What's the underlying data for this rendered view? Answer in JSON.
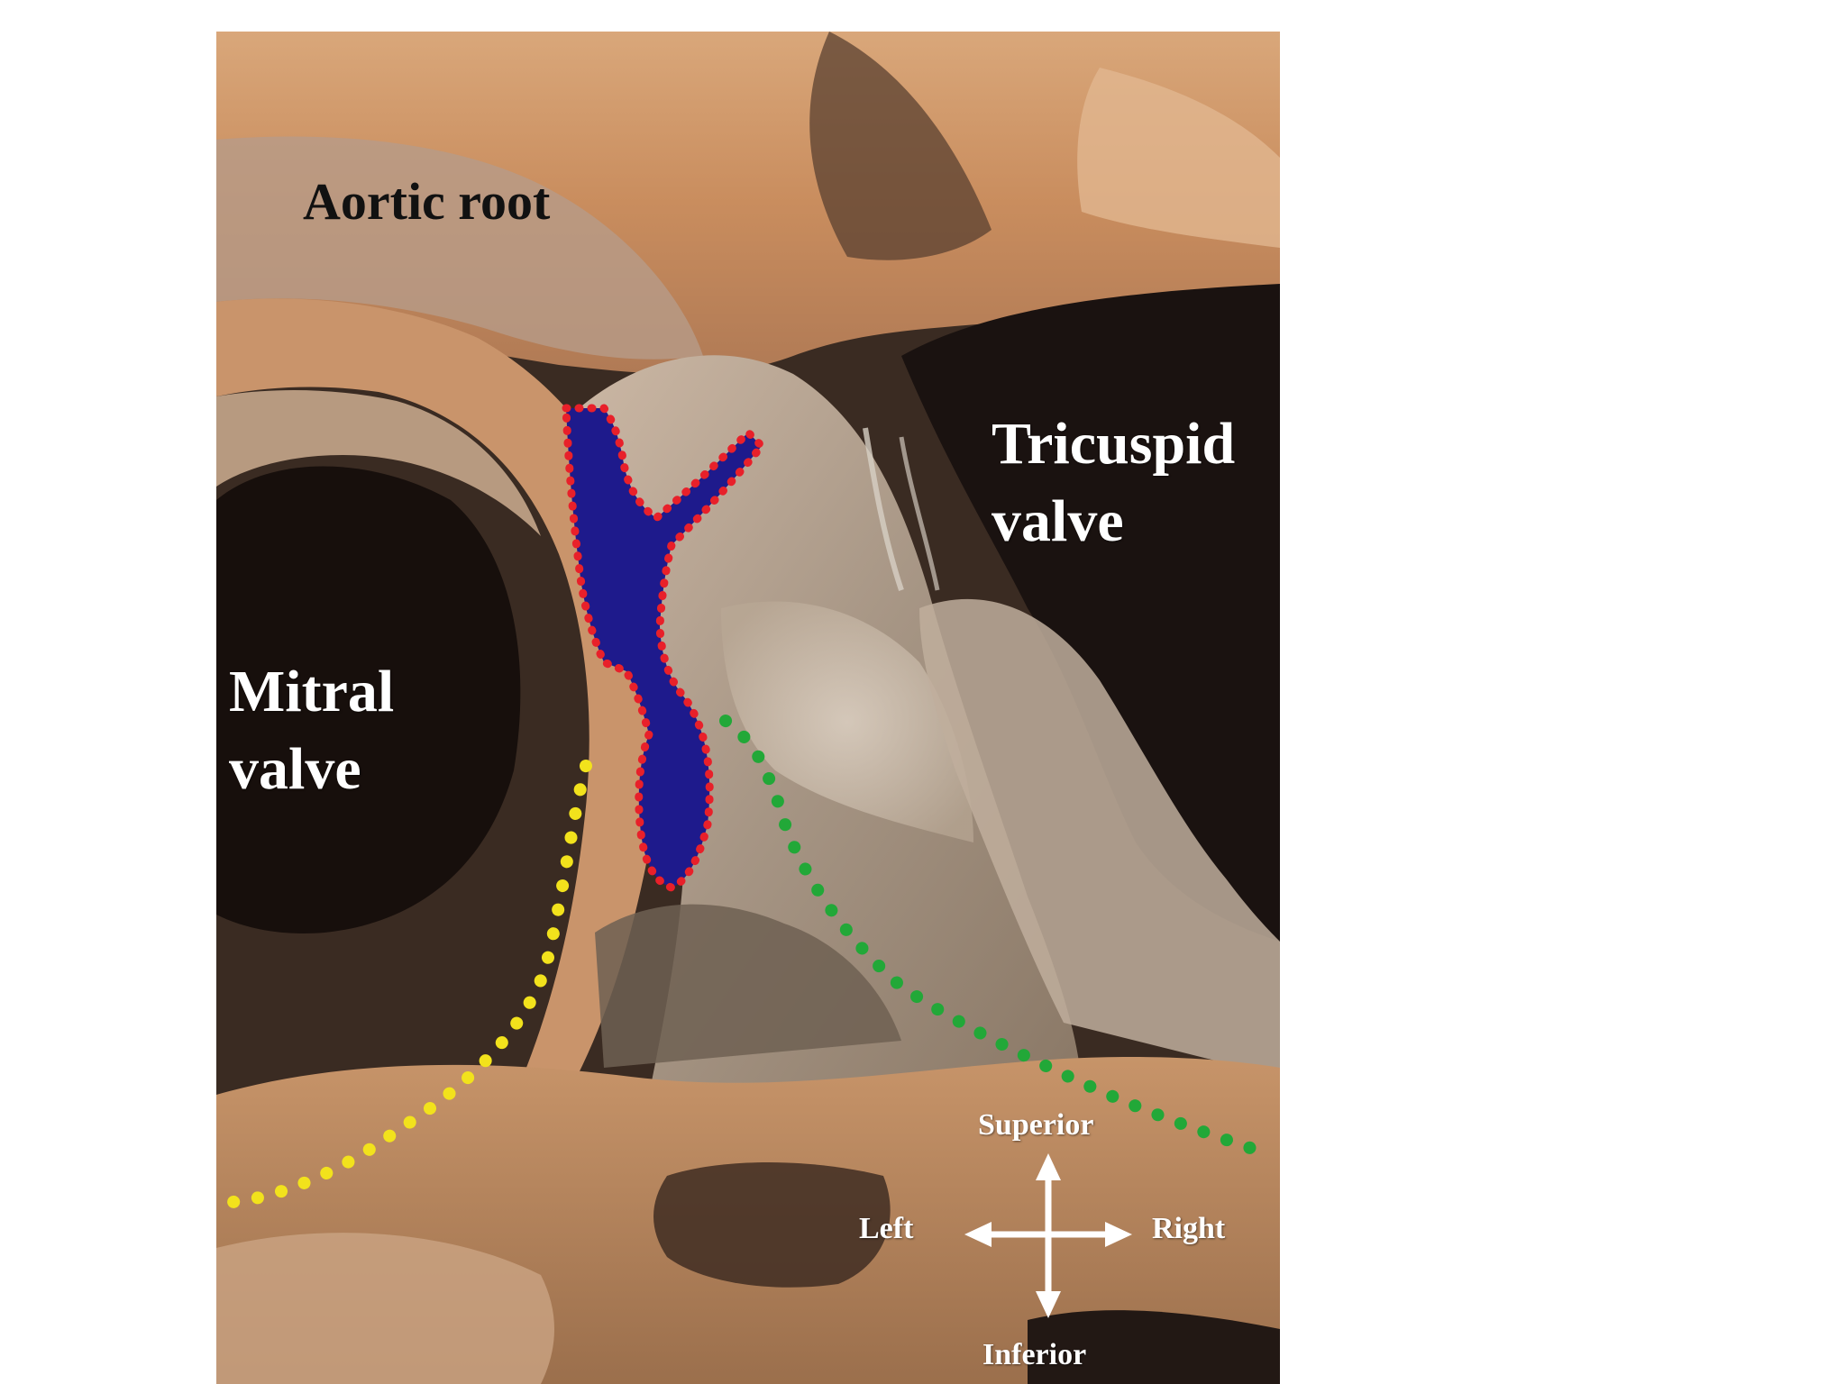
{
  "figure": {
    "labels": {
      "aortic_root": "Aortic root",
      "tricuspid_valve_line1": "Tricuspid",
      "tricuspid_valve_line2": "valve",
      "mitral_valve_line1": "Mitral",
      "mitral_valve_line2": "valve"
    },
    "orientation": {
      "superior": "Superior",
      "inferior": "Inferior",
      "left": "Left",
      "right": "Right"
    },
    "overlay_colors": {
      "conduction_fill": "#1e1a8c",
      "conduction_outline": "#e8202a",
      "left_bundle_dots": "#f2e21c",
      "right_bundle_dots": "#22a838"
    }
  }
}
